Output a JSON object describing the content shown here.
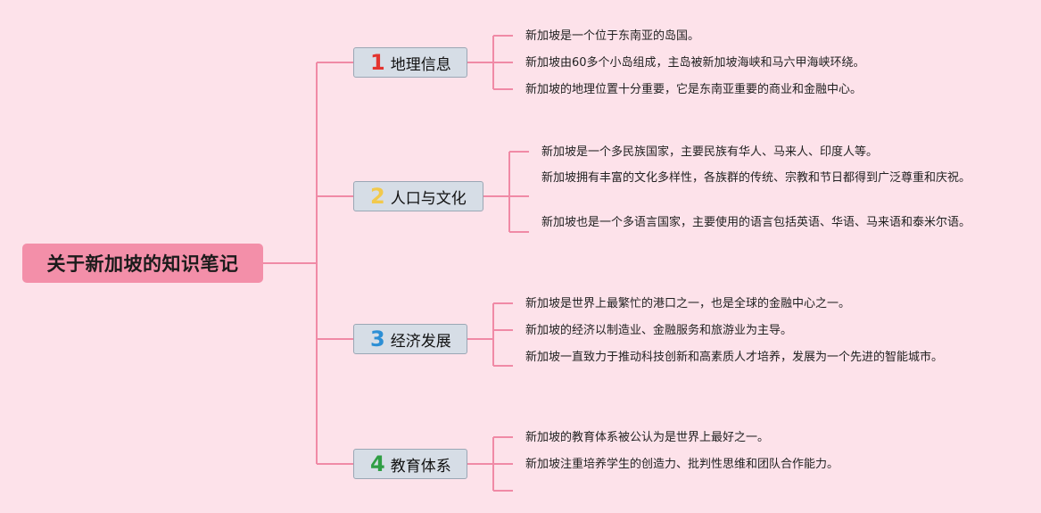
{
  "root": {
    "title": "关于新加坡的知识笔记"
  },
  "topics": [
    {
      "number": "1",
      "label": "地理信息",
      "number_color": "#e3342f",
      "items": [
        "新加坡是一个位于东南亚的岛国。",
        "新加坡由60多个小岛组成，主岛被新加坡海峡和马六甲海峡环绕。",
        "新加坡的地理位置十分重要，它是东南亚重要的商业和金融中心。"
      ]
    },
    {
      "number": "2",
      "label": "人口与文化",
      "number_color": "#f2c94c",
      "items": [
        "新加坡是一个多民族国家，主要民族有华人、马来人、印度人等。",
        "新加坡拥有丰富的文化多样性，各族群的传统、宗教和节日都得到广泛尊重和庆祝。",
        "新加坡也是一个多语言国家，主要使用的语言包括英语、华语、马来语和泰米尔语。"
      ]
    },
    {
      "number": "3",
      "label": "经济发展",
      "number_color": "#2d8fd5",
      "items": [
        "新加坡是世界上最繁忙的港口之一，也是全球的金融中心之一。",
        "新加坡的经济以制造业、金融服务和旅游业为主导。",
        "新加坡一直致力于推动科技创新和高素质人才培养，发展为一个先进的智能城市。"
      ]
    },
    {
      "number": "4",
      "label": "教育体系",
      "number_color": "#2f9e44",
      "items": [
        "新加坡的教育体系被公认为是世界上最好之一。",
        "新加坡注重培养学生的创造力、批判性思维和团队合作能力。",
        ""
      ]
    }
  ],
  "colors": {
    "background": "#fde2ea",
    "root": "#f38fa9",
    "connector": "#f08aa6",
    "topic_fill": "#d6dde6"
  }
}
